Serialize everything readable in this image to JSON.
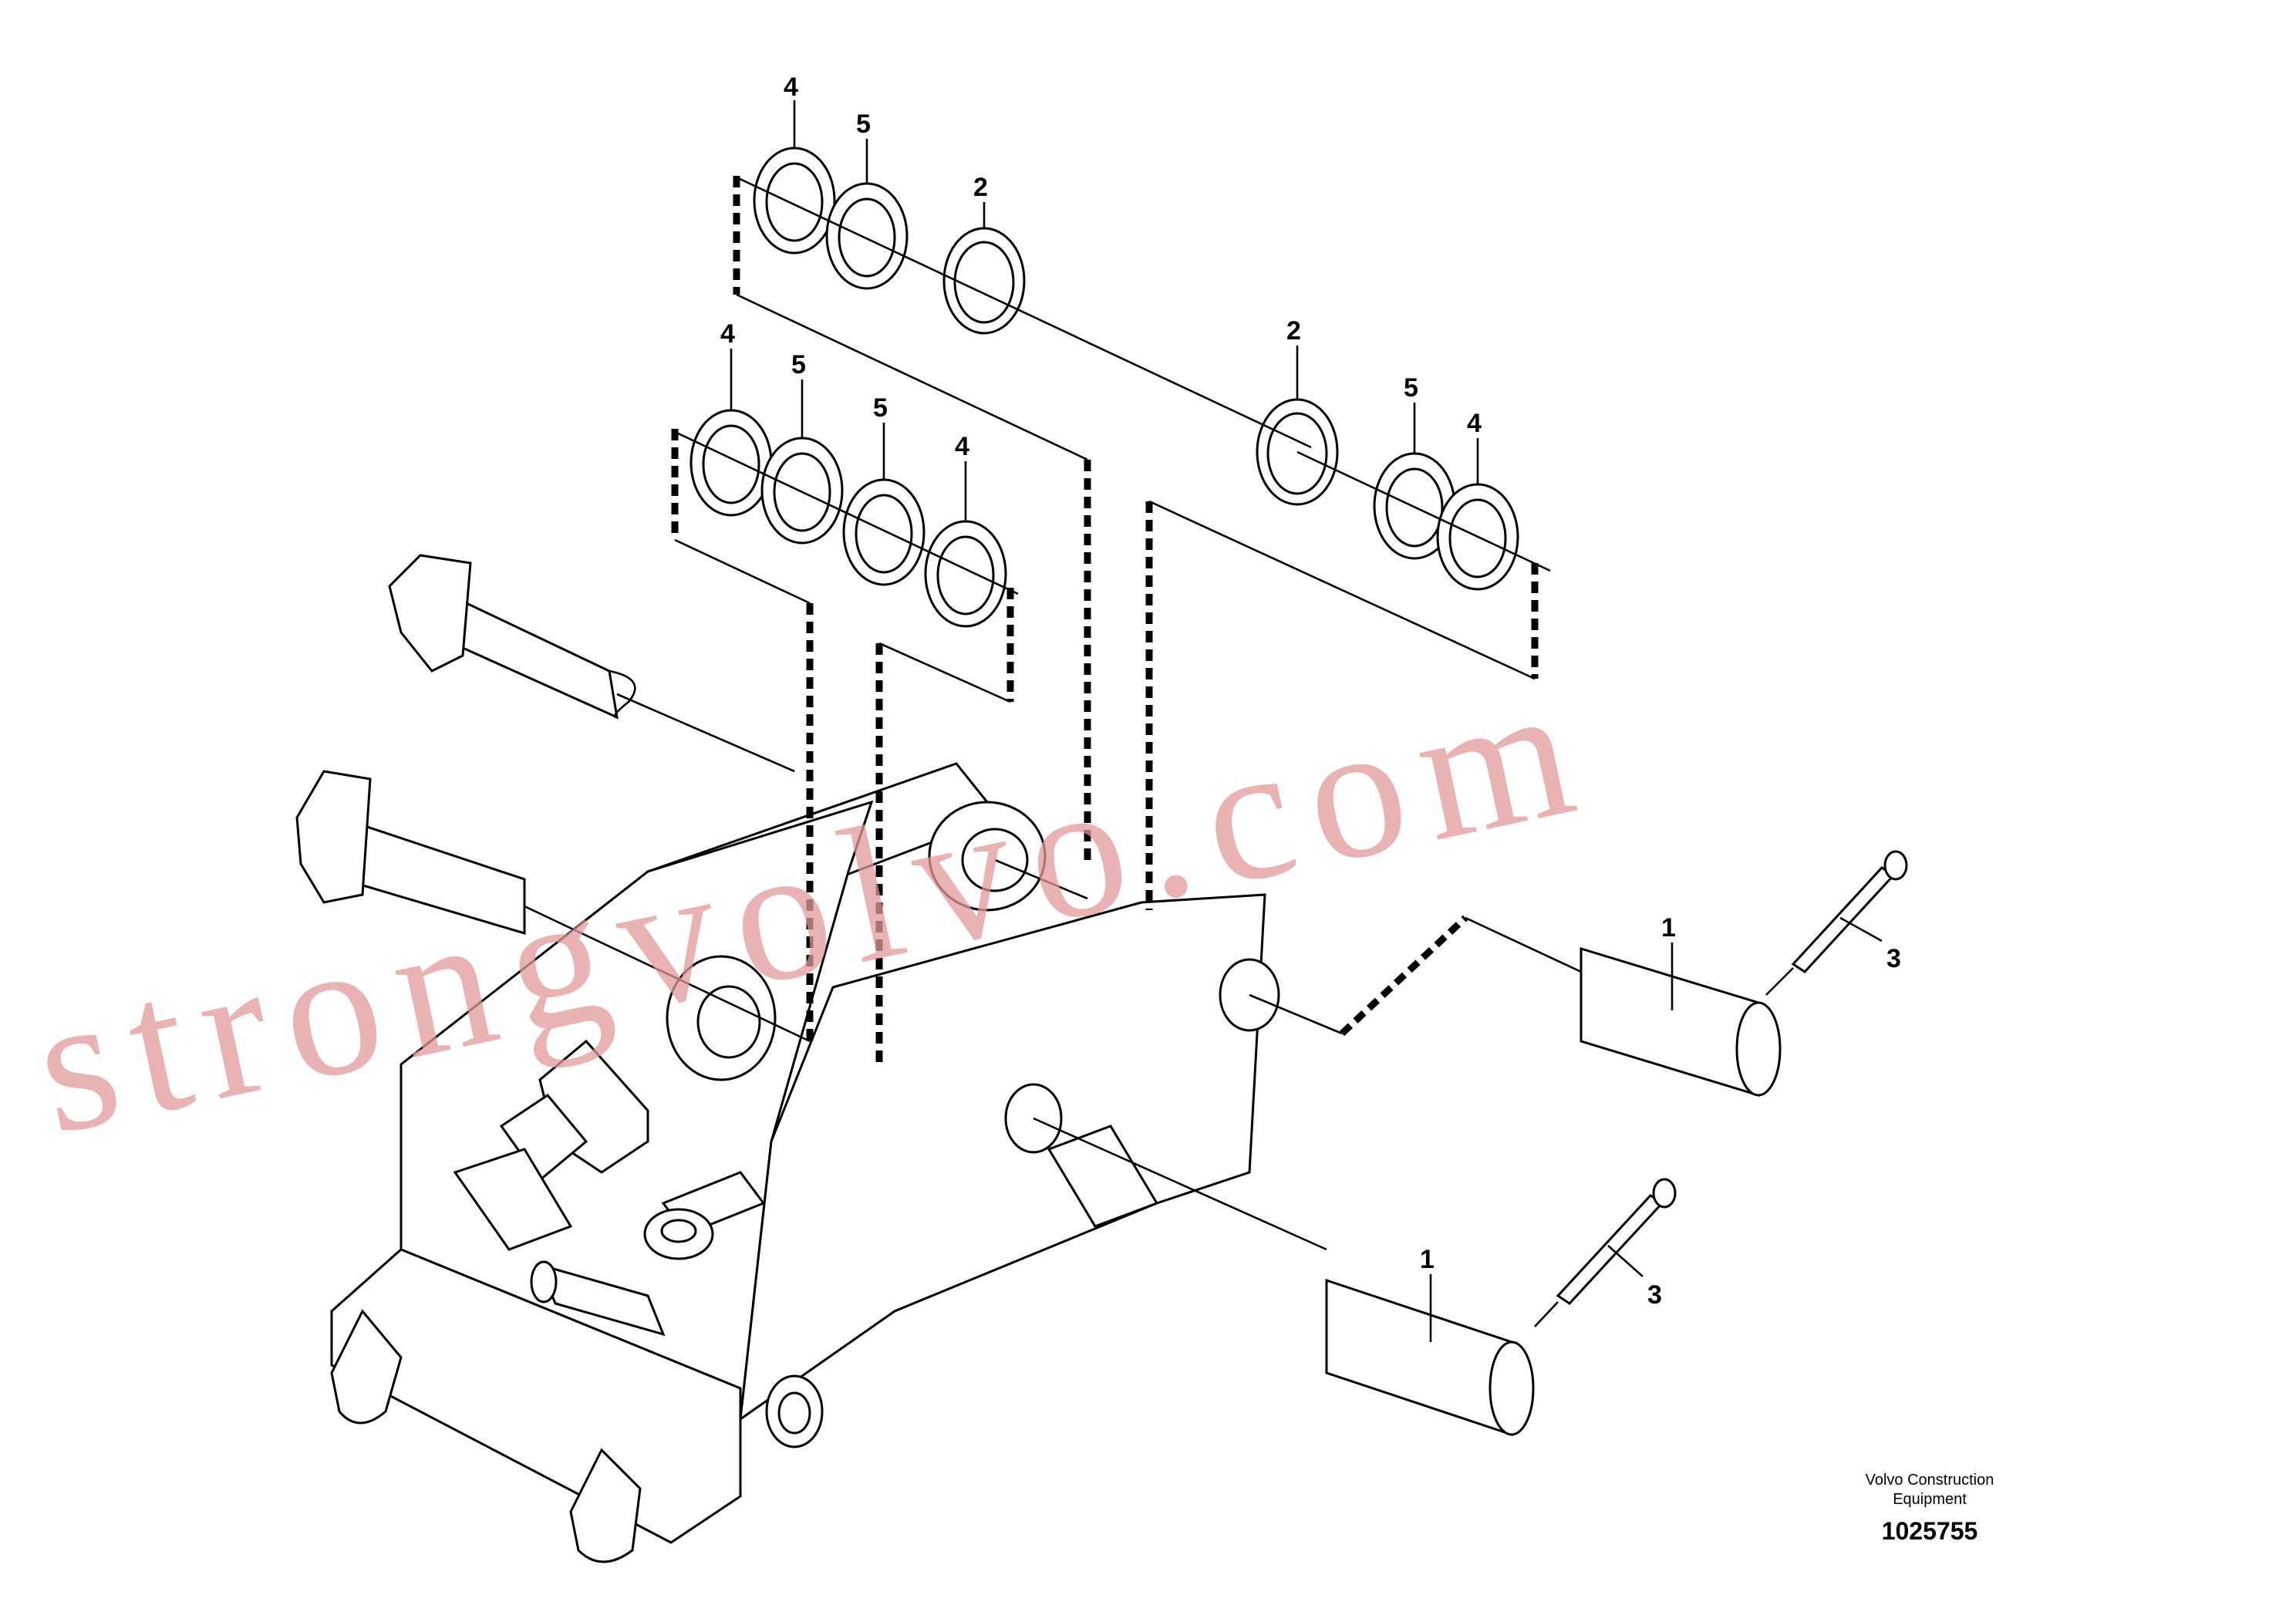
{
  "diagram": {
    "callouts": [
      {
        "id": "c1",
        "label": "4"
      },
      {
        "id": "c2",
        "label": "5"
      },
      {
        "id": "c3",
        "label": "2"
      },
      {
        "id": "c4",
        "label": "4"
      },
      {
        "id": "c5",
        "label": "5"
      },
      {
        "id": "c6",
        "label": "5"
      },
      {
        "id": "c7",
        "label": "4"
      },
      {
        "id": "c8",
        "label": "2"
      },
      {
        "id": "c9",
        "label": "5"
      },
      {
        "id": "c10",
        "label": "4"
      },
      {
        "id": "c11",
        "label": "1"
      },
      {
        "id": "c12",
        "label": "3"
      },
      {
        "id": "c13",
        "label": "1"
      },
      {
        "id": "c14",
        "label": "3"
      }
    ],
    "watermark": "strongvolvo.com",
    "footer": {
      "publisher_line1": "Volvo Construction",
      "publisher_line2": "Equipment",
      "figure_number": "1025755"
    }
  }
}
